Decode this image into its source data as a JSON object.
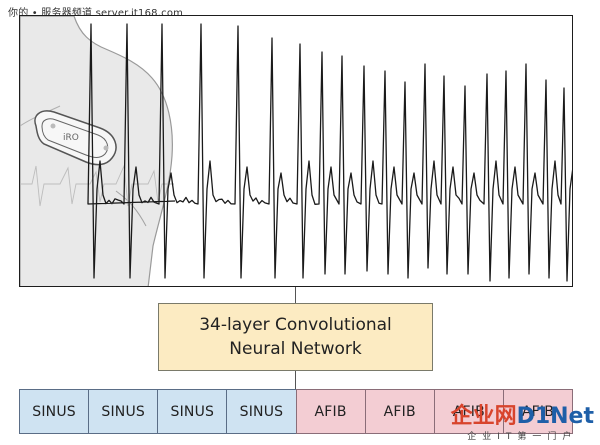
{
  "watermark_top": "你的 • 服务器频道 server.it168.com",
  "network": {
    "line1": "34-layer Convolutional",
    "line2": "Neural Network"
  },
  "rhythm_labels": [
    {
      "text": "SINUS",
      "class": "sinus"
    },
    {
      "text": "SINUS",
      "class": "sinus"
    },
    {
      "text": "SINUS",
      "class": "sinus"
    },
    {
      "text": "SINUS",
      "class": "sinus"
    },
    {
      "text": "AFIB",
      "class": "afib"
    },
    {
      "text": "AFIB",
      "class": "afib"
    },
    {
      "text": "AFIB",
      "class": "afib"
    },
    {
      "text": "AFIB",
      "class": "afib"
    }
  ],
  "watermark_brand": {
    "main": "企业网",
    "accent": "D1Net",
    "sub": "企业IT第一门户"
  },
  "colors": {
    "sinus": "#cfe3f2",
    "afib": "#f3cdd3",
    "network_box": "#fcebc2"
  }
}
